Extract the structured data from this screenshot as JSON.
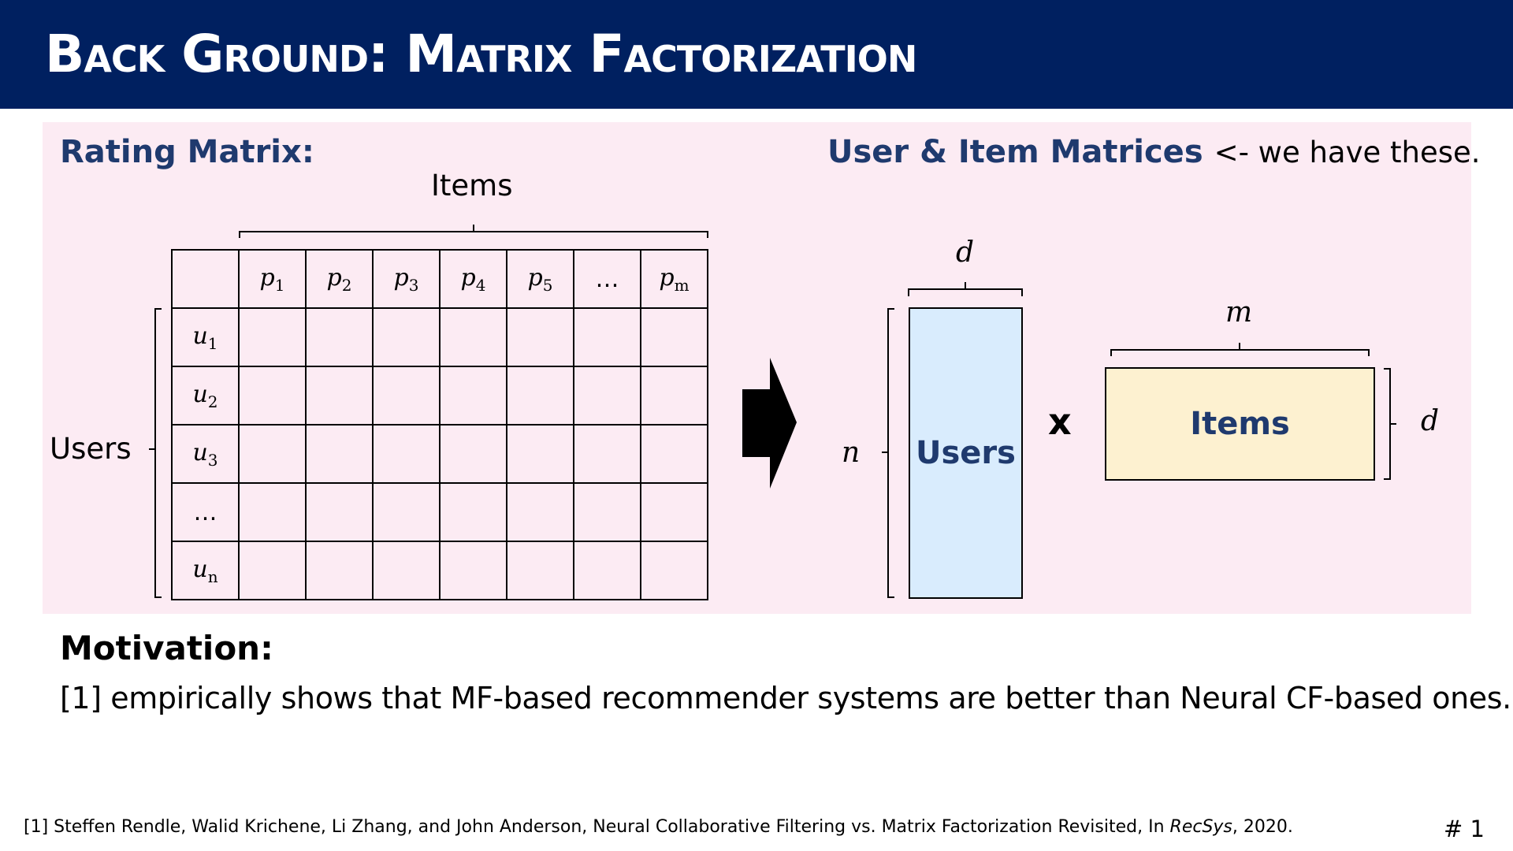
{
  "slide": {
    "title": "Back Ground: Matrix Factorization",
    "page_number": "# 1"
  },
  "rating_matrix": {
    "heading": "Rating Matrix:",
    "items_label": "Items",
    "users_label": "Users",
    "columns": [
      "",
      "p1",
      "p2",
      "p3",
      "p4",
      "p5",
      "…",
      "pm"
    ],
    "rows": [
      "u1",
      "u2",
      "u3",
      "…",
      "un"
    ]
  },
  "factor_matrices": {
    "heading": "User & Item Matrices",
    "note": "<- we have these.",
    "users_box": "Users",
    "items_box": "Items",
    "times": "x",
    "dim_d_top": "d",
    "dim_n": "n",
    "dim_m": "m",
    "dim_d_right": "d"
  },
  "motivation": {
    "heading": "Motivation:",
    "text": "[1] empirically shows that MF-based recommender systems are better than Neural CF-based ones."
  },
  "footnote": {
    "before": "[1] Steffen Rendle, Walid Krichene, Li Zhang, and John Anderson, Neural Collaborative Filtering vs. Matrix Factorization Revisited, In ",
    "venue": "RecSys",
    "after": ", 2020."
  },
  "colors": {
    "header_bg": "#002060",
    "panel_bg": "#fcebf3",
    "heading_text": "#1f3a6e",
    "users_box_fill": "#d9ecfd",
    "items_box_fill": "#fdf1d0"
  }
}
